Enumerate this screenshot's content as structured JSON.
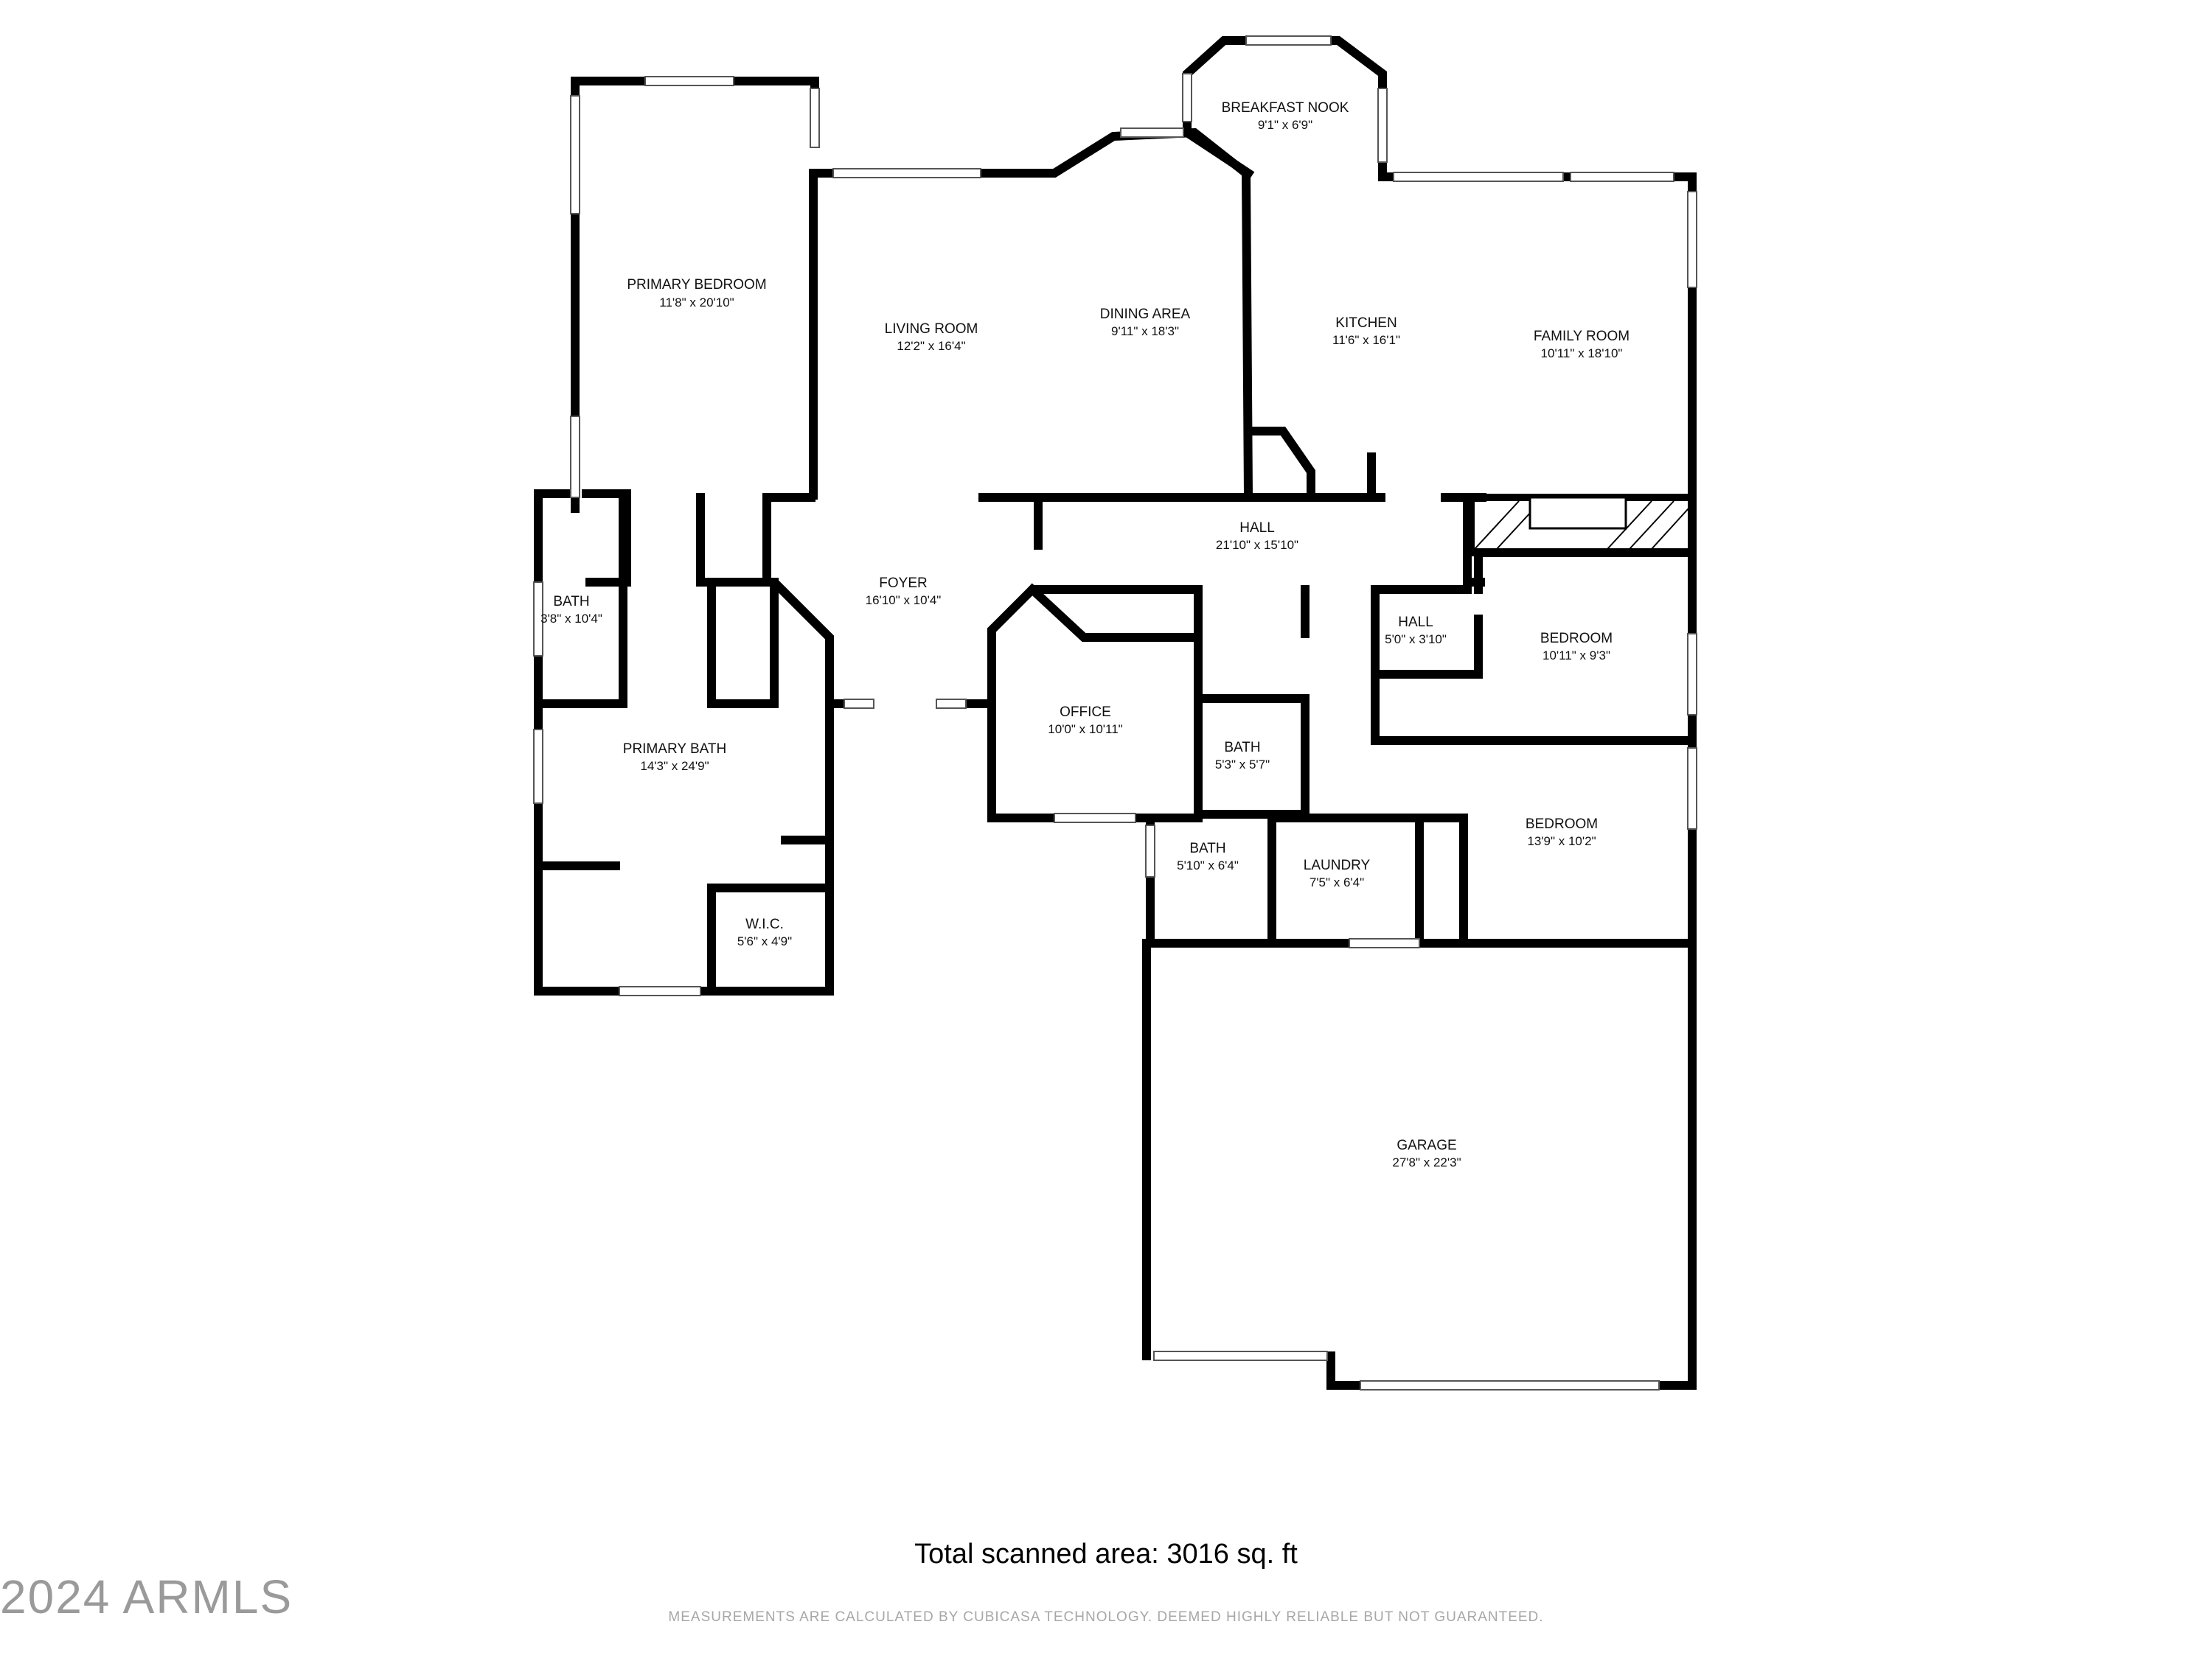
{
  "rooms": {
    "primary_bedroom": {
      "name": "PRIMARY BEDROOM",
      "dims": "11'8\" x 20'10\""
    },
    "living_room": {
      "name": "LIVING ROOM",
      "dims": "12'2\" x 16'4\""
    },
    "dining_area": {
      "name": "DINING AREA",
      "dims": "9'11\" x 18'3\""
    },
    "breakfast_nook": {
      "name": "BREAKFAST NOOK",
      "dims": "9'1\" x 6'9\""
    },
    "kitchen": {
      "name": "KITCHEN",
      "dims": "11'6\" x 16'1\""
    },
    "family_room": {
      "name": "FAMILY ROOM",
      "dims": "10'11\" x 18'10\""
    },
    "hall_main": {
      "name": "HALL",
      "dims": "21'10\" x 15'10\""
    },
    "foyer": {
      "name": "FOYER",
      "dims": "16'10\" x 10'4\""
    },
    "bath_primary_small": {
      "name": "BATH",
      "dims": "3'8\" x 10'4\""
    },
    "hall_small": {
      "name": "HALL",
      "dims": "5'0\" x 3'10\""
    },
    "bedroom_upper": {
      "name": "BEDROOM",
      "dims": "10'11\" x 9'3\""
    },
    "office": {
      "name": "OFFICE",
      "dims": "10'0\" x 10'11\""
    },
    "bath_center": {
      "name": "BATH",
      "dims": "5'3\" x 5'7\""
    },
    "primary_bath": {
      "name": "PRIMARY BATH",
      "dims": "14'3\" x 24'9\""
    },
    "bedroom_lower": {
      "name": "BEDROOM",
      "dims": "13'9\" x 10'2\""
    },
    "bath_lower": {
      "name": "BATH",
      "dims": "5'10\" x 6'4\""
    },
    "laundry": {
      "name": "LAUNDRY",
      "dims": "7'5\" x 6'4\""
    },
    "wic": {
      "name": "W.I.C.",
      "dims": "5'6\" x 4'9\""
    },
    "garage": {
      "name": "GARAGE",
      "dims": "27'8\" x 22'3\""
    }
  },
  "footer": {
    "total_area": "Total scanned area: 3016 sq. ft",
    "watermark": "2024 ARMLS",
    "disclaimer": "MEASUREMENTS ARE CALCULATED BY CUBICASA TECHNOLOGY. DEEMED HIGHLY RELIABLE BUT NOT GUARANTEED."
  }
}
